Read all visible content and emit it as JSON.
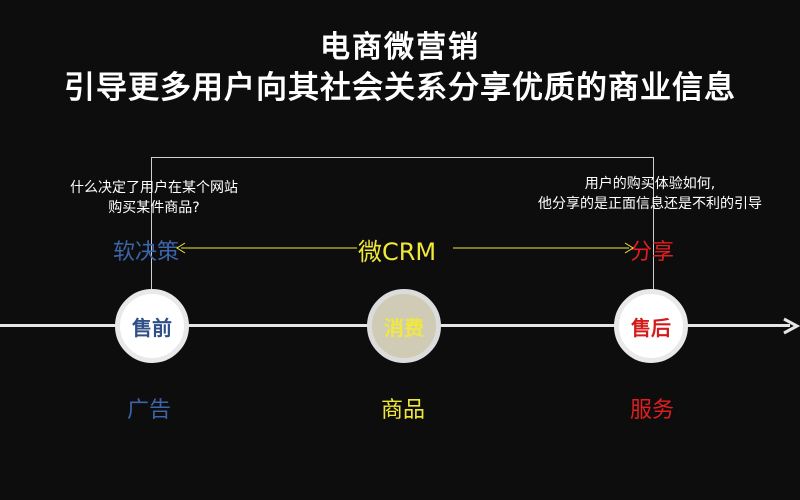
{
  "title": {
    "line1": "电商微营销",
    "line2": "引导更多用户向其社会关系分享优质的商业信息"
  },
  "left_question": {
    "line1": "什么决定了用户在某个网站",
    "line2": "购买某件商品?"
  },
  "right_question": {
    "line1": "用户的购买体验如何,",
    "line2": "他分享的是正面信息还是不利的引导"
  },
  "top_labels": {
    "left": "软决策",
    "center": "微CRM",
    "right": "分享"
  },
  "nodes": {
    "pre": "售前",
    "mid": "消费",
    "post": "售后"
  },
  "bottom_labels": {
    "left": "广告",
    "center": "商品",
    "right": "服务"
  },
  "colors": {
    "background": "#0d0d0d",
    "blue": "#3c64a8",
    "yellow": "#f0e93a",
    "red": "#e01e1e",
    "line": "#e6e6e6"
  }
}
